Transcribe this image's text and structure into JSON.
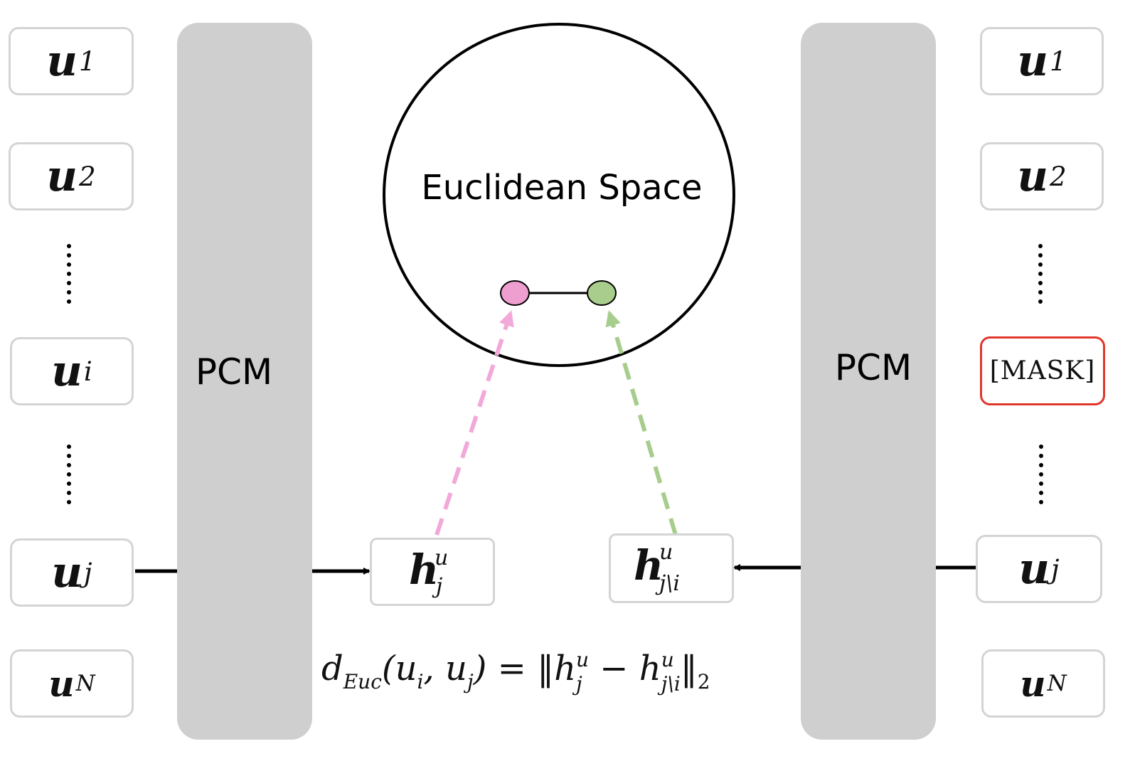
{
  "diagram": {
    "left_column": {
      "tokens": [
        {
          "base": "u",
          "sub": "1"
        },
        {
          "base": "u",
          "sub": "2"
        },
        {
          "base": "u",
          "sub": "i"
        },
        {
          "base": "u",
          "sub": "j"
        },
        {
          "base": "u",
          "sub": "N"
        }
      ]
    },
    "right_column": {
      "tokens": [
        {
          "base": "u",
          "sub": "1"
        },
        {
          "base": "u",
          "sub": "2"
        },
        {
          "base": "u",
          "sub": "j"
        },
        {
          "base": "u",
          "sub": "N"
        }
      ],
      "mask_label": "[MASK]"
    },
    "left_encoder_label": "PCM",
    "right_encoder_label": "PCM",
    "space_label": "Euclidean Space",
    "left_output": {
      "base": "h",
      "sup": "u",
      "sub": "j"
    },
    "right_output": {
      "base": "h",
      "sup": "u",
      "sub": "j\\i"
    },
    "formula": {
      "d": "d",
      "d_sub": "Euc",
      "args": "(u",
      "arg1_sub": "i",
      "comma": ", u",
      "arg2_sub": "j",
      "close": ") = ‖h",
      "h1_sup": "u",
      "h1_sub": "j",
      "minus": " − h",
      "h2_sup": "u",
      "h2_sub": "j\\i",
      "norm_close": "‖",
      "norm_sub": "2"
    },
    "colors": {
      "pcm_block": "#d0cfd0",
      "token_border": "#d4d4d4",
      "mask_border": "#e0372c",
      "pink": "#f2a9d9",
      "pink_fill": "#ee9ecf",
      "green": "#a7cd8d",
      "green_fill": "#a9cd8c"
    }
  }
}
